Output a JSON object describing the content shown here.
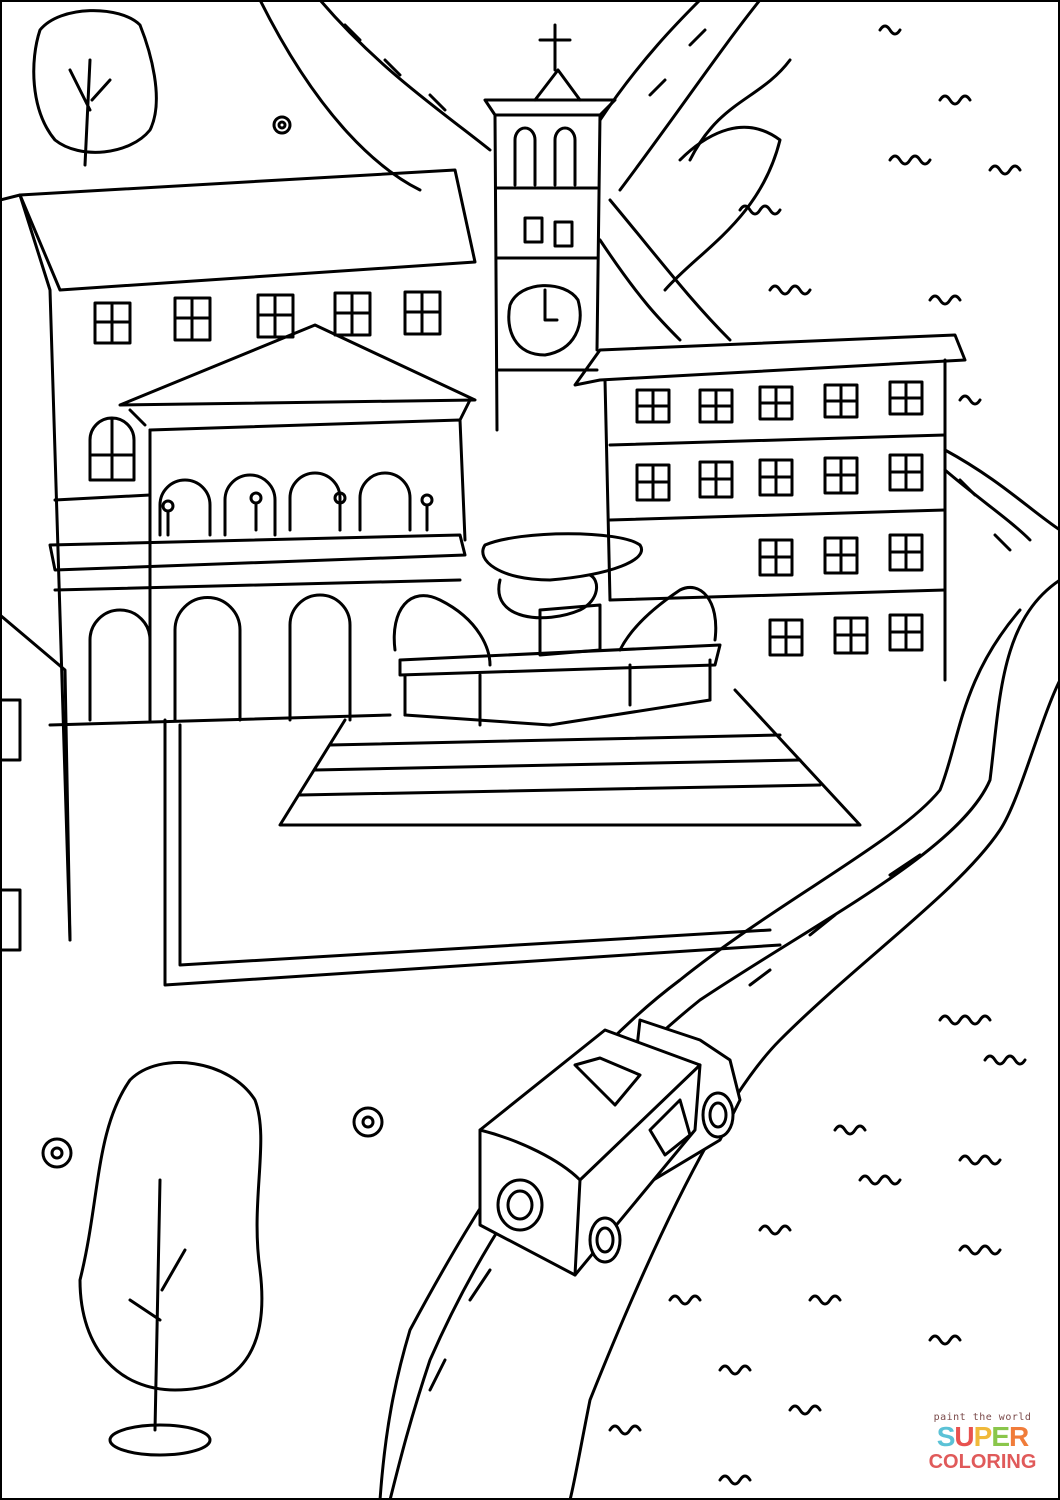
{
  "artwork": {
    "title": "Town square with fountain, clock tower and car coloring page",
    "line_color": "#000000",
    "background": "#ffffff"
  },
  "clock": {
    "hour_hand": "12",
    "minute_hand": "3"
  },
  "watermark": {
    "tagline": "paint the world",
    "word1": "SUPER",
    "word2": "COLORING",
    "word1_colors": [
      "#5bc2d6",
      "#e8524f",
      "#f0b93a",
      "#8ac64b",
      "#f07c3a"
    ],
    "word2_color": "#e05a5a"
  }
}
